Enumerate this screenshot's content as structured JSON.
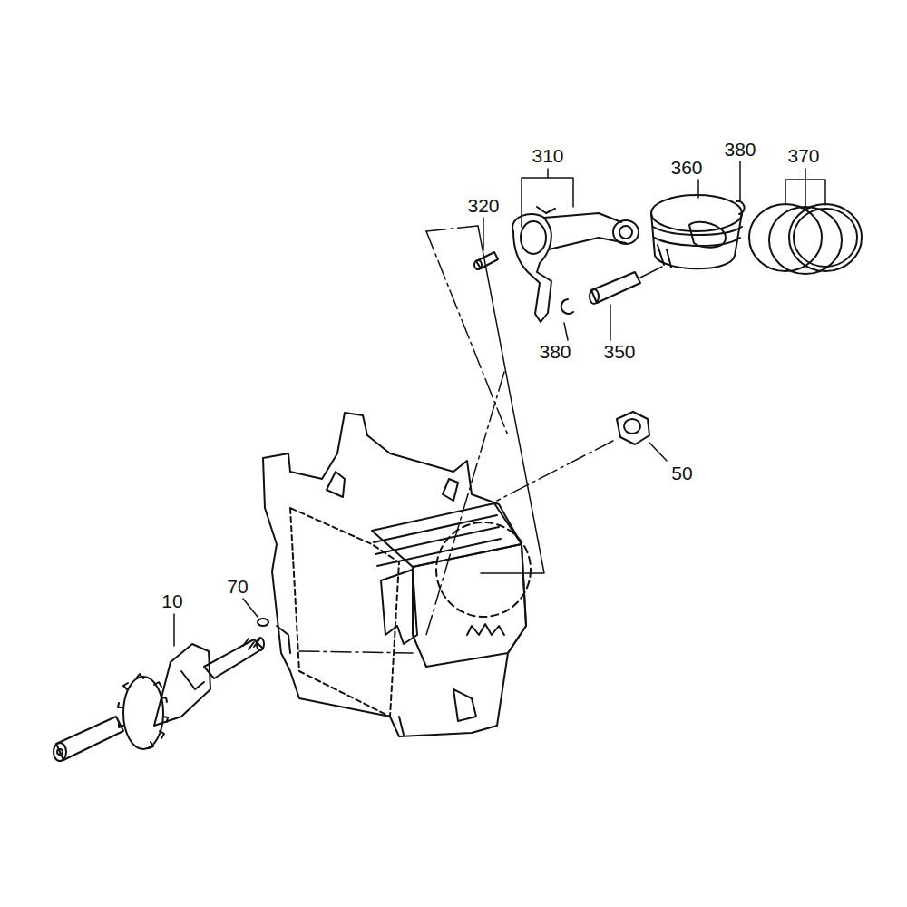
{
  "diagram": {
    "labels": [
      "310",
      "320",
      "360",
      "380",
      "370",
      "380",
      "350",
      "50",
      "10",
      "70"
    ]
  }
}
